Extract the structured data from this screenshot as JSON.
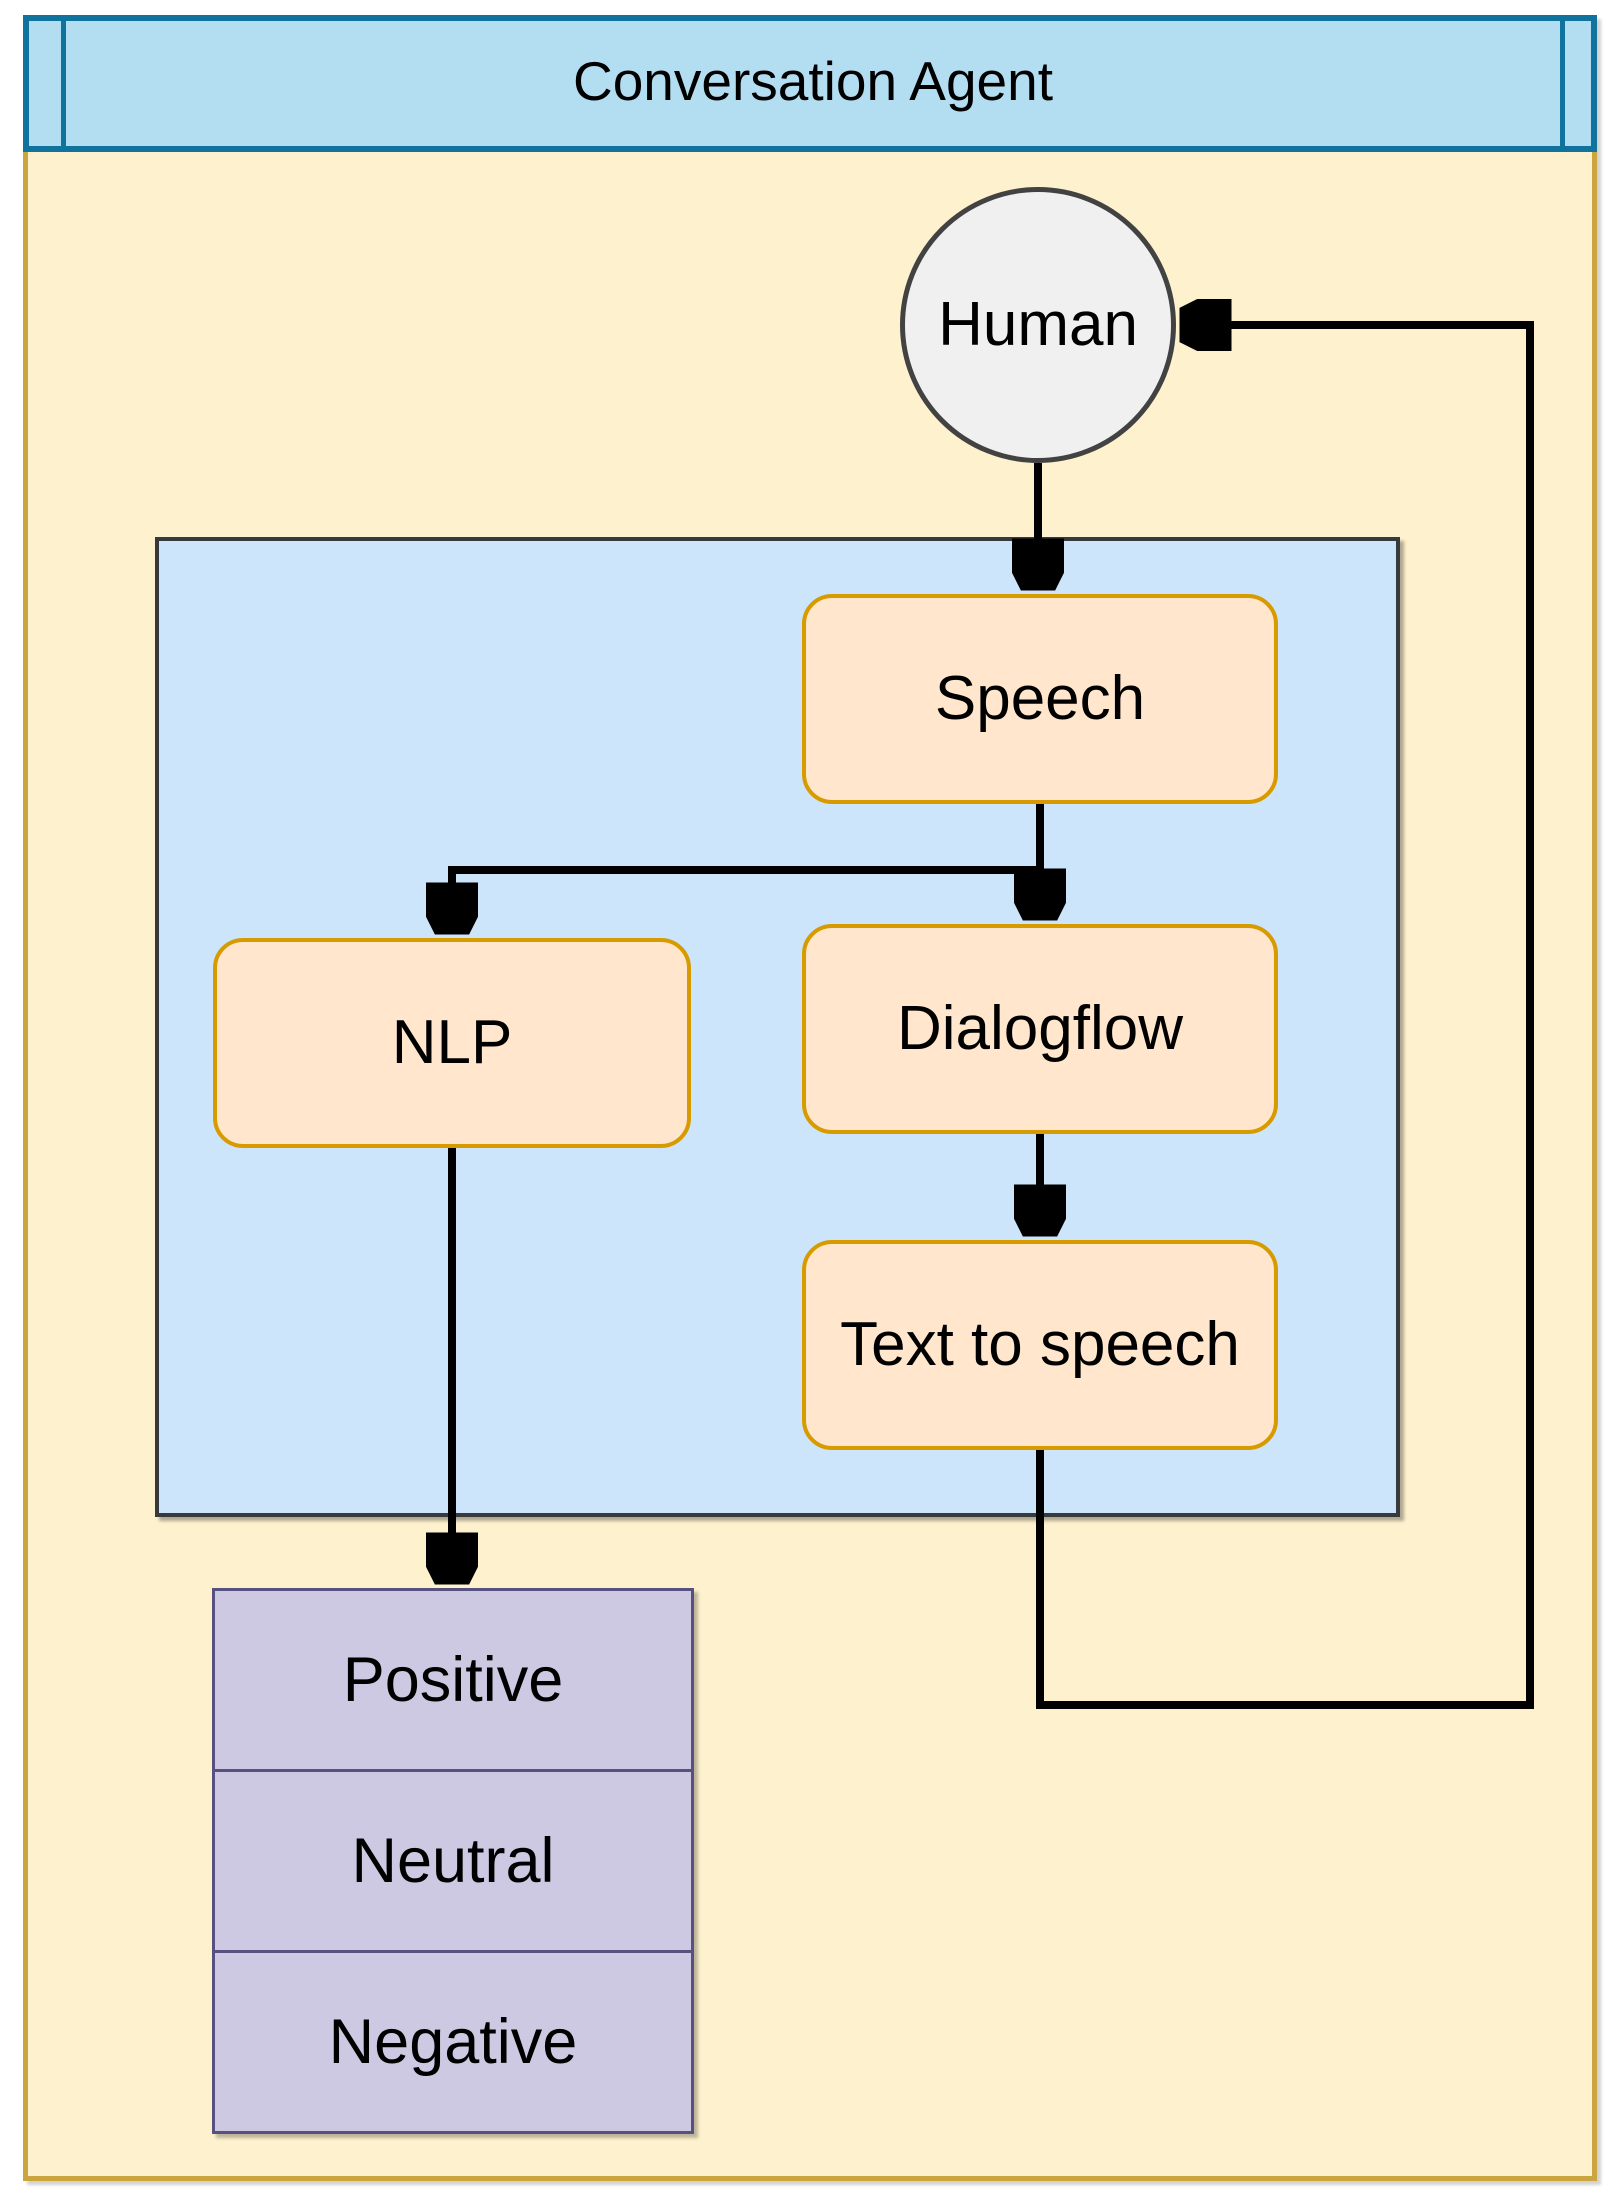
{
  "diagram": {
    "title": "Conversation Agent",
    "nodes": {
      "human": {
        "label": "Human",
        "shape": "circle"
      },
      "speech": {
        "label": "Speech",
        "shape": "rounded-rect"
      },
      "nlp": {
        "label": "NLP",
        "shape": "rounded-rect"
      },
      "dialogflow": {
        "label": "Dialogflow",
        "shape": "rounded-rect"
      },
      "text_to_speech": {
        "label": "Text to speech",
        "shape": "rounded-rect"
      }
    },
    "sentiments": [
      "Positive",
      "Neutral",
      "Negative"
    ],
    "connections": [
      "Human -> Speech",
      "Speech -> Dialogflow",
      "Speech -> NLP",
      "NLP -> Sentiments",
      "Dialogflow -> Text to speech",
      "Text to speech -> Human"
    ],
    "colors": {
      "title_bar_fill": "#B3DDF0",
      "title_bar_stroke": "#10739E",
      "body_fill": "#FDF1CE",
      "body_stroke": "#CBA63E",
      "pipeline_fill": "#CCE5FB",
      "pipeline_stroke": "#36393D",
      "process_fill": "#FFE6CC",
      "process_stroke": "#D79B00",
      "actor_fill": "#F0F0F0",
      "actor_stroke": "#424242",
      "sentiment_fill": "#CDC9E2",
      "sentiment_stroke": "#56517E",
      "connector": "#000000"
    }
  }
}
